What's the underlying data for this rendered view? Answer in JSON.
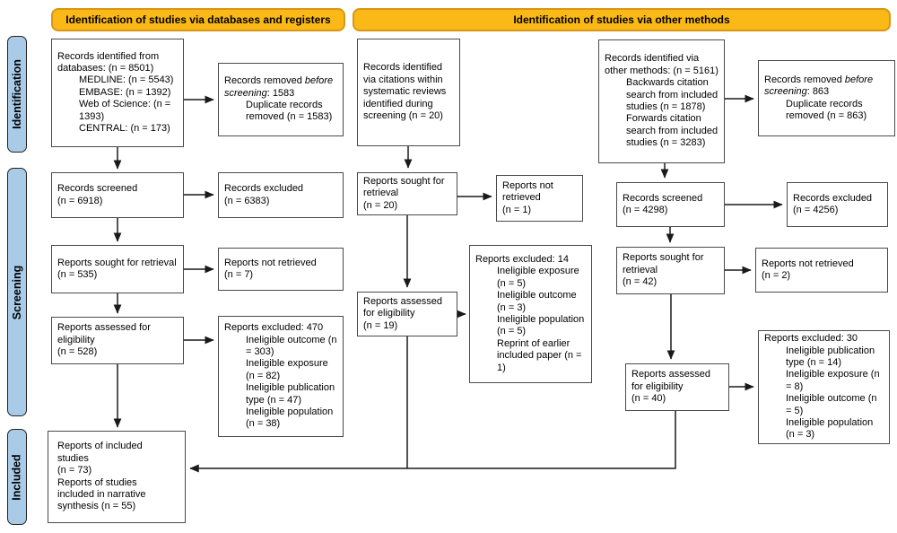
{
  "colors": {
    "header_fill": "#FBB917",
    "header_border": "#D89614",
    "stage_fill": "#A9CBE8",
    "stage_border": "#222222",
    "box_border": "#4a4a4a",
    "arrow": "#1a1a1a"
  },
  "headers": {
    "databases": "Identification of studies via databases and registers",
    "other": "Identification of studies via other methods"
  },
  "stages": {
    "identification": "Identification",
    "screening": "Screening",
    "included": "Included"
  },
  "boxes": {
    "db_identified": {
      "main": "Records identified from databases: (n = 8501)",
      "items": [
        "MEDLINE: (n = 5543)",
        "EMBASE: (n = 1392)",
        "Web of Science: (n = 1393)",
        "CENTRAL: (n = 173)"
      ]
    },
    "db_removed": {
      "pre": "Records removed ",
      "em": "before screening",
      "post": ": 1583",
      "item": "Duplicate records removed  (n = 1583)"
    },
    "db_screened": {
      "l1": "Records screened",
      "l2": "(n = 6918)"
    },
    "db_excluded": {
      "l1": "Records excluded",
      "l2": "(n = 6383)"
    },
    "db_sought": {
      "l1": "Reports sought for retrieval",
      "l2": "(n = 535)"
    },
    "db_not_retrieved": {
      "l1": "Reports not retrieved",
      "l2": "(n = 7)"
    },
    "db_assessed": {
      "l1": "Reports assessed for eligibility",
      "l2": "(n = 528)"
    },
    "db_excluded_reasons": {
      "main": "Reports excluded: 470",
      "items": [
        "Ineligible outcome (n = 303)",
        "Ineligible exposure (n = 82)",
        "Ineligible publication type (n = 47)",
        "Ineligible population (n = 38)"
      ]
    },
    "included": {
      "g1l1": "Reports of included studies",
      "g1l2": "(n = 73)",
      "g2": "Reports of studies included in narrative synthesis (n = 55)"
    },
    "cit_identified": {
      "text": "Records identified via citations within systematic reviews identified during screening (n = 20)"
    },
    "cit_sought": {
      "l1": "Reports sought for retrieval",
      "l2": "(n = 20)"
    },
    "cit_not_retrieved": {
      "l1": "Reports not retrieved",
      "l2": "(n = 1)"
    },
    "cit_assessed": {
      "l1": "Reports assessed for eligibility",
      "l2": "(n = 19)"
    },
    "cit_excluded_reasons": {
      "main": "Reports excluded: 14",
      "items": [
        "Ineligible exposure (n = 5)",
        "Ineligible outcome (n = 3)",
        "Ineligible population (n = 5)",
        "Reprint of earlier included paper (n = 1)"
      ]
    },
    "other_identified": {
      "main": "Records identified via other methods: (n = 5161)",
      "items": [
        "Backwards citation search from included studies (n = 1878)",
        "Forwards citation search from included studies (n = 3283)"
      ]
    },
    "other_removed": {
      "pre": "Records removed ",
      "em": "before screening",
      "post": ": 863",
      "item": "Duplicate records removed  (n = 863)"
    },
    "other_screened": {
      "l1": "Records screened",
      "l2": "(n = 4298)"
    },
    "other_excluded": {
      "l1": "Records excluded",
      "l2": "(n = 4256)"
    },
    "other_sought": {
      "l1": "Reports sought for retrieval",
      "l2": "(n = 42)"
    },
    "other_not_retrieved": {
      "l1": "Reports not retrieved",
      "l2": "(n = 2)"
    },
    "other_assessed": {
      "l1": "Reports assessed for eligibility",
      "l2": "(n = 40)"
    },
    "other_excluded_reasons": {
      "main": "Reports excluded: 30",
      "items": [
        "Ineligible publication type (n = 14)",
        "Ineligible exposure (n = 8)",
        "Ineligible outcome (n = 5)",
        "Ineligible population (n = 3)"
      ]
    }
  }
}
